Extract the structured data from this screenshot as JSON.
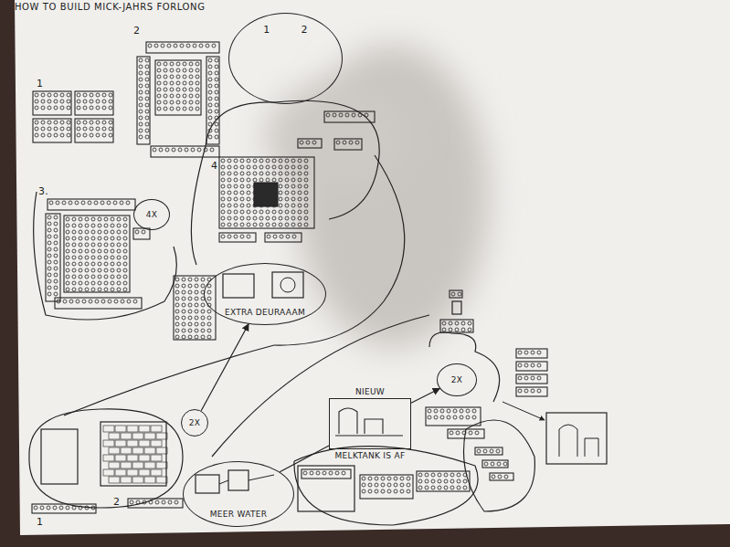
{
  "diagram": {
    "title": "HOW TO BUILD MICK-JAHRS FORLONG",
    "nodes": [
      {
        "text": [
          "1",
          "2"
        ]
      },
      {
        "text": [
          "4X"
        ]
      },
      {
        "text": [
          "EXTRA DEURAAAM"
        ]
      },
      {
        "text": [
          "2X"
        ]
      },
      {
        "text": [
          "NIEUW",
          "MELKTANK IS AF"
        ]
      },
      {
        "text": [
          "2X"
        ]
      },
      {
        "text": [
          "MEER WATER"
        ]
      }
    ],
    "edges": [
      {
        "from": 3,
        "to": 2,
        "arrow": "to"
      },
      {
        "from": 4,
        "to": 5,
        "arrow": "to"
      },
      {
        "from": 6,
        "to": 4,
        "arrow": "none"
      }
    ],
    "labels": [
      "1",
      "2",
      "3.",
      "4",
      "1",
      "2"
    ]
  }
}
